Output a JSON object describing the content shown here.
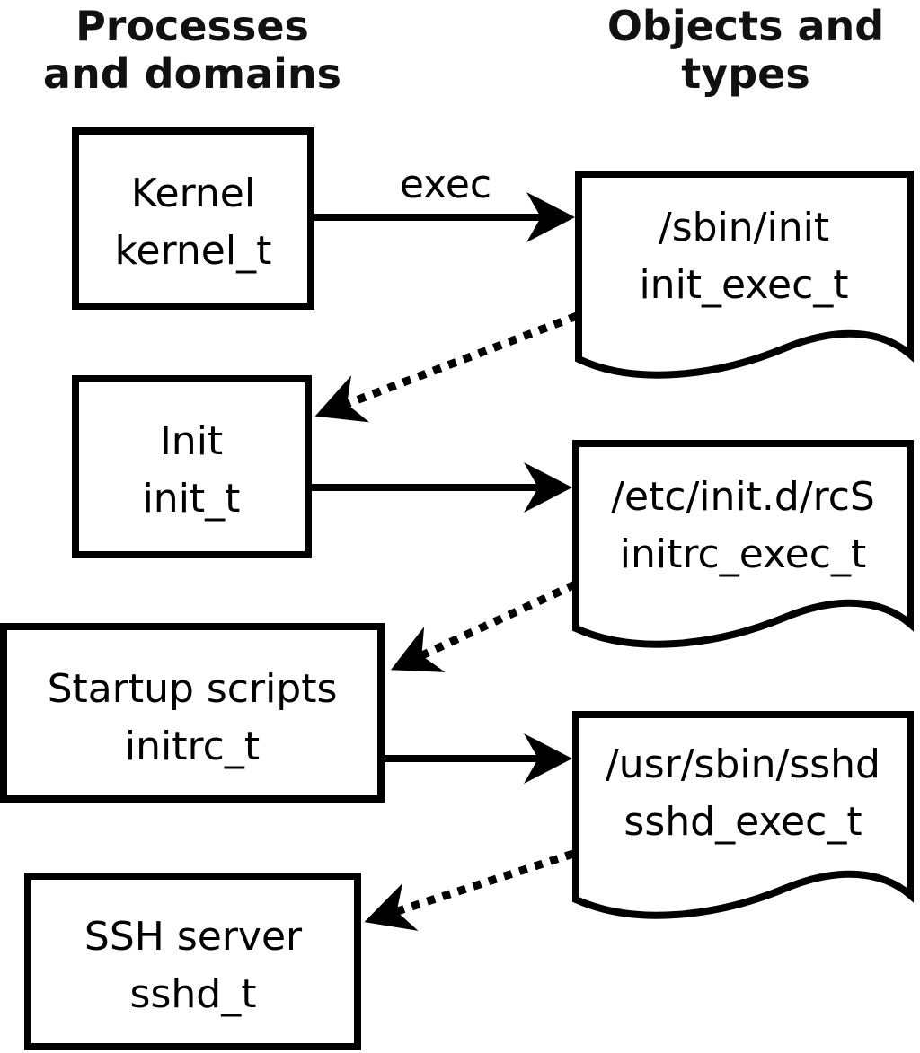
{
  "columns": {
    "left_title": {
      "line1": "Processes",
      "line2": "and domains"
    },
    "right_title": {
      "line1": "Objects and",
      "line2": "types"
    }
  },
  "boxes": [
    {
      "name": "Kernel",
      "type": "kernel_t"
    },
    {
      "name": "Init",
      "type": "init_t"
    },
    {
      "name": "Startup scripts",
      "type": "initrc_t"
    },
    {
      "name": "SSH server",
      "type": "sshd_t"
    }
  ],
  "documents": [
    {
      "path": "/sbin/init",
      "type": "init_exec_t"
    },
    {
      "path": "/etc/init.d/rcS",
      "type": "initrc_exec_t"
    },
    {
      "path": "/usr/sbin/sshd",
      "type": "sshd_exec_t"
    }
  ],
  "labels": {
    "exec": "exec"
  },
  "colors": {
    "ink": "#000000",
    "background": "#ffffff"
  }
}
